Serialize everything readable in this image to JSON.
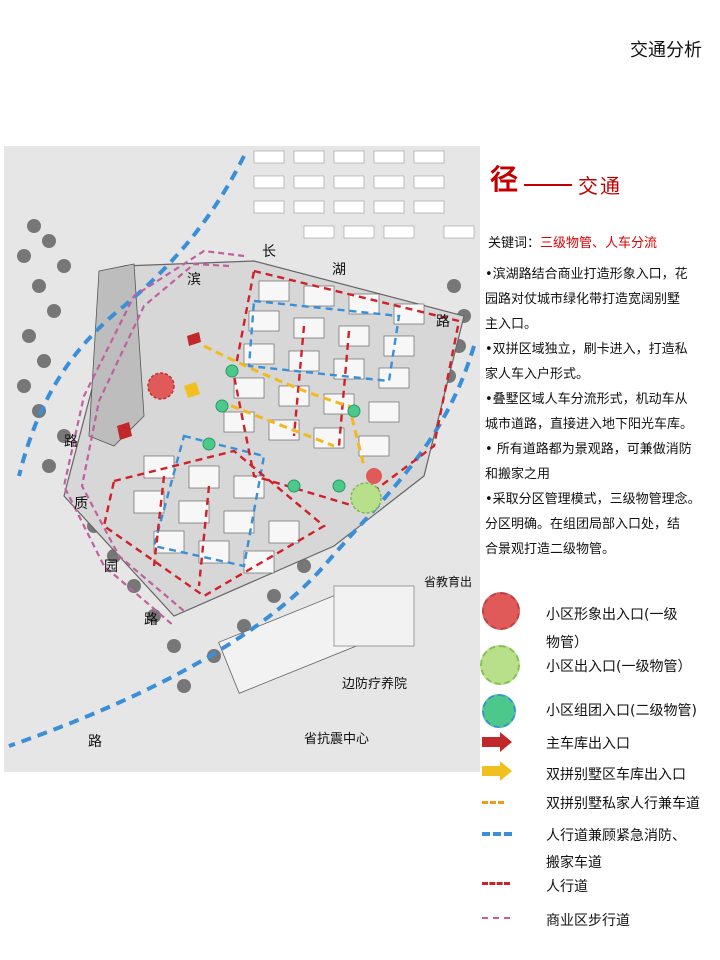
{
  "page_title": "交通分析",
  "heading": {
    "main": "径",
    "sub": "交通"
  },
  "keyword": {
    "label": "关键词：",
    "value": "三级物管、人车分流"
  },
  "bullets": [
    "•滨湖路结合商业打造形象入口，花",
    "园路对仗城市绿化带打造宽阔别墅",
    "主入口。",
    "•双拼区域独立，刷卡进入，打造私",
    "家人车入户形式。",
    "•叠墅区域人车分流形式，机动车从",
    "城市道路，直接进入地下阳光车库。",
    "• 所有道路都为景观路，可兼做消防",
    "和搬家之用",
    "•采取分区管理模式，三级物管理念。",
    "分区明确。在组团局部入口处，结",
    "合景观打造二级物管。"
  ],
  "map_labels": {
    "road_top_1": "滨",
    "road_top_2": "长",
    "road_top_3": "湖",
    "road_top_4": "路",
    "road_left_1": "路",
    "road_left_2": "质",
    "road_left_3": "园",
    "road_left_4": "路",
    "road_bottom_1": "路",
    "road_right": "省教育出",
    "building_1": "边防疗养院",
    "building_2": "省抗震中心"
  },
  "legend": [
    {
      "label": "小区形象出入口(一级",
      "label2": "物管）",
      "symbol": "circle",
      "color": "#e05a5a"
    },
    {
      "label": "小区出入口(一级物管）",
      "symbol": "circle",
      "color": "#b8e08a"
    },
    {
      "label": "小区组团入口(二级物管)",
      "symbol": "circle",
      "color": "#4cc98a"
    },
    {
      "label": "主车库出入口",
      "symbol": "arrow",
      "color": "#c0282c"
    },
    {
      "label": "双拼别墅区车库出入口",
      "symbol": "arrow",
      "color": "#f2c01e"
    },
    {
      "label": "双拼别墅私家人行兼车道",
      "symbol": "dash",
      "color": "#f29a1e"
    },
    {
      "label": "人行道兼顾紧急消防、",
      "label2": "搬家车道",
      "symbol": "dash",
      "color": "#3a8fd8"
    },
    {
      "label": "人行道",
      "symbol": "dash",
      "color": "#d0202a"
    },
    {
      "label": "商业区步行道",
      "symbol": "dash",
      "color": "#c060a0"
    }
  ],
  "colors": {
    "accent_red": "#c00000",
    "keyword_red": "#e00000"
  }
}
